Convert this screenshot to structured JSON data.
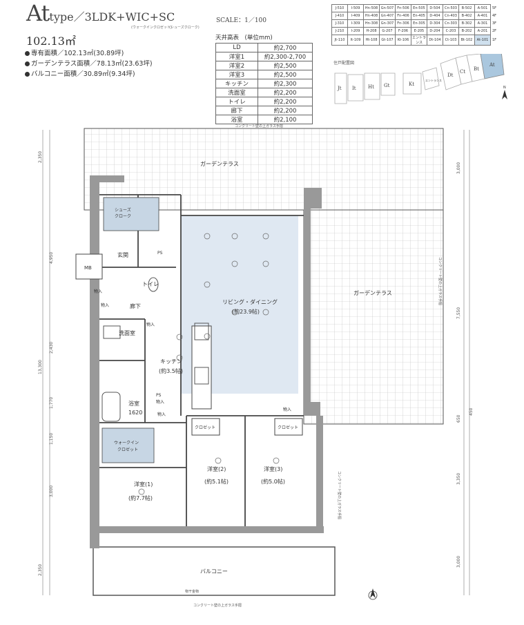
{
  "header": {
    "type_letter": "At",
    "type_suffix": "type／3LDK+WIC+SC",
    "wic_note": "(ウォークインクロゼット)",
    "sc_note": "(シューズクローク)",
    "scale": "SCALE：1／100",
    "area_main": "102.13㎡",
    "specs": [
      "専有面積／102.13㎡(30.89坪)",
      "ガーデンテラス面積／78.13㎡(23.63坪)",
      "バルコニー面積／30.89㎡(9.34坪)"
    ]
  },
  "ceiling": {
    "title": "天井高表　(単位mm)",
    "rows": [
      {
        "room": "LD",
        "height": "約2,700"
      },
      {
        "room": "洋室1",
        "height": "約2,300-2,700"
      },
      {
        "room": "洋室2",
        "height": "約2,500"
      },
      {
        "room": "洋室3",
        "height": "約2,500"
      },
      {
        "room": "キッチン",
        "height": "約2,300"
      },
      {
        "room": "洗面室",
        "height": "約2,200"
      },
      {
        "room": "トイレ",
        "height": "約2,200"
      },
      {
        "room": "廊下",
        "height": "約2,200"
      },
      {
        "room": "浴室",
        "height": "約2,100"
      }
    ]
  },
  "unit_table": {
    "rows": [
      {
        "floor": "5F",
        "cells": [
          "J-510",
          "I-509",
          "Hn-508",
          "Gn-507",
          "Fn-506",
          "En-505",
          "D-504",
          "Cn-503",
          "B-502",
          "A-501"
        ]
      },
      {
        "floor": "4F",
        "cells": [
          "J-410",
          "I-409",
          "Hn-408",
          "Gn-407",
          "Fn-406",
          "En-405",
          "D-404",
          "Cn-403",
          "B-402",
          "A-401"
        ]
      },
      {
        "floor": "3F",
        "cells": [
          "J-310",
          "I-309",
          "Hn-308",
          "Gn-307",
          "Fn-306",
          "En-305",
          "D-304",
          "Cn-303",
          "B-302",
          "A-301"
        ]
      },
      {
        "floor": "2F",
        "cells": [
          "J-210",
          "I-209",
          "H-208",
          "G-207",
          "F-206",
          "E-205",
          "D-204",
          "C-203",
          "B-202",
          "A-201"
        ]
      },
      {
        "floor": "1F",
        "cells": [
          "Jt-110",
          "It-109",
          "Ht-108",
          "Gt-107",
          "Kt-106",
          "エントランス",
          "Dt-104",
          "Ct-103",
          "Bt-102",
          "At-101"
        ]
      }
    ],
    "highlight": "At-101"
  },
  "keymap": {
    "title": "住戸配置図",
    "units": [
      "Jt",
      "It",
      "Ht",
      "Gt",
      "Kt",
      "エントランス",
      "Dt",
      "Ct",
      "Bt",
      "At"
    ]
  },
  "plan": {
    "rooms": {
      "garden_top": "ガーデンテラス",
      "garden_right": "ガーデンテラス",
      "ld": "リビング・ダイニング",
      "ld_size": "(約23.9帖)",
      "kitchen": "キッチン",
      "kitchen_size": "(約3.5帖)",
      "entrance": "玄関",
      "toilet": "トイレ",
      "hall": "廊下",
      "washroom": "洗面室",
      "bath": "浴室",
      "bath_size": "1620",
      "wic": "ウォークイン",
      "wic2": "クロゼット",
      "sc": "シューズ",
      "sc2": "クローク",
      "room1": "洋室(1)",
      "room1_size": "(約7.7帖)",
      "room2": "洋室(2)",
      "room2_size": "(約5.1帖)",
      "room3": "洋室(3)",
      "room3_size": "(約5.0帖)",
      "closet_a": "クロゼット",
      "closet_b": "クロゼット",
      "balcony": "バルコニー",
      "mb": "MB",
      "ps1": "PS",
      "ps2": "PS",
      "storage1": "物入",
      "storage2": "物入",
      "storage3": "物入",
      "storage4": "物入",
      "storage5": "物入",
      "storage6": "物入"
    },
    "notes": {
      "top_note": "コンクリート壁の上ガラス手摺",
      "bottom_note": "コンクリート壁の上ガラス手摺",
      "right_note": "コンクリート壁の上ガラス手摺",
      "right_note2": "コンクリート壁の上ガラス手摺",
      "balcony_fence": "物干金物"
    },
    "dims_left": [
      "2,350",
      "4,950",
      "13,300",
      "2,430",
      "1,770",
      "1,150",
      "3,000",
      "2,350"
    ],
    "dims_right": [
      "3,000",
      "7,550",
      "650",
      "450",
      "3,350",
      "3,000"
    ]
  }
}
